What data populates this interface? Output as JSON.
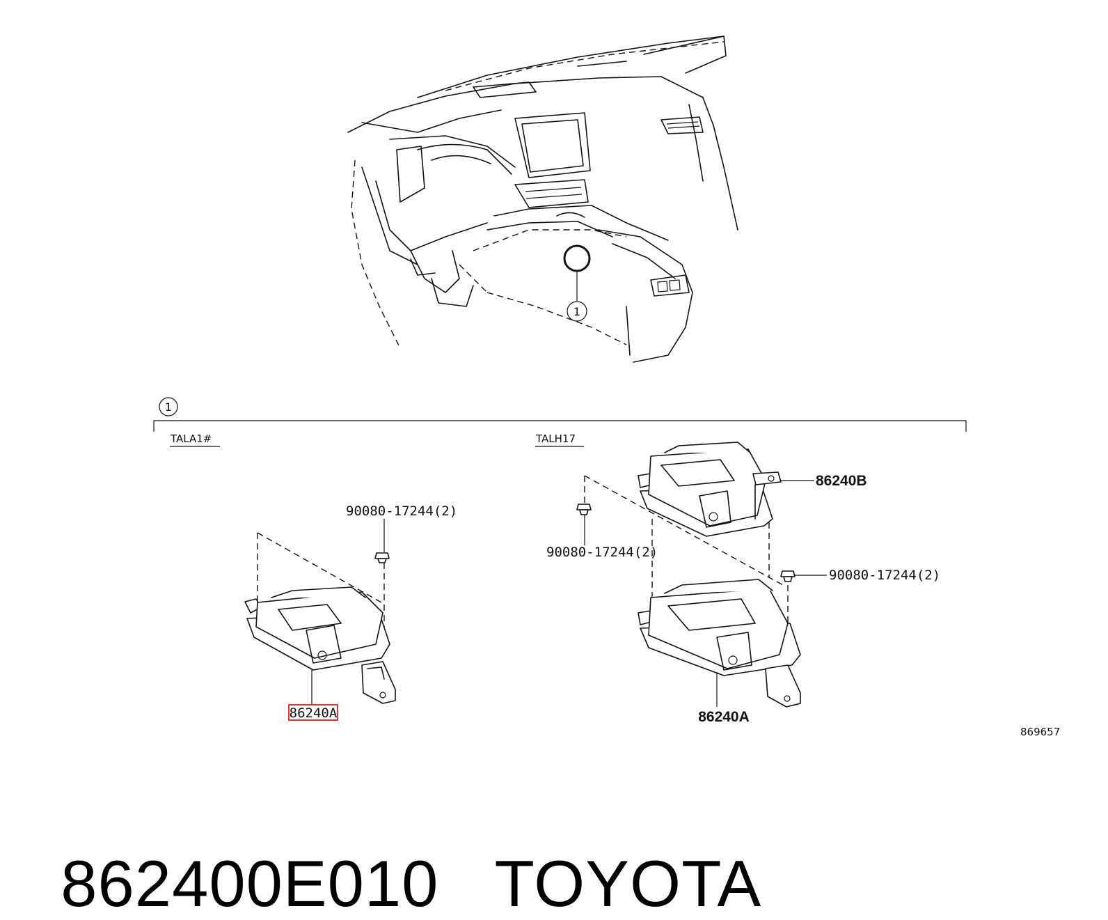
{
  "overview": {
    "callout_marker": "1"
  },
  "detail": {
    "section_marker": "1",
    "variant_left": "TALA1#",
    "variant_right": "TALH17",
    "left": {
      "bolt_label": "90080-17244(2)",
      "sensor_label": "86240A"
    },
    "right": {
      "upper_sensor_label": "86240B",
      "bolt_left_label": "90080-17244(2)",
      "bolt_right_label": "90080-17244(2)",
      "lower_sensor_label": "86240A"
    },
    "illustration_number": "869657"
  },
  "highlight_color": "#d9373a",
  "footer": {
    "part_number": "862400E010",
    "brand": "TOYOTA"
  }
}
